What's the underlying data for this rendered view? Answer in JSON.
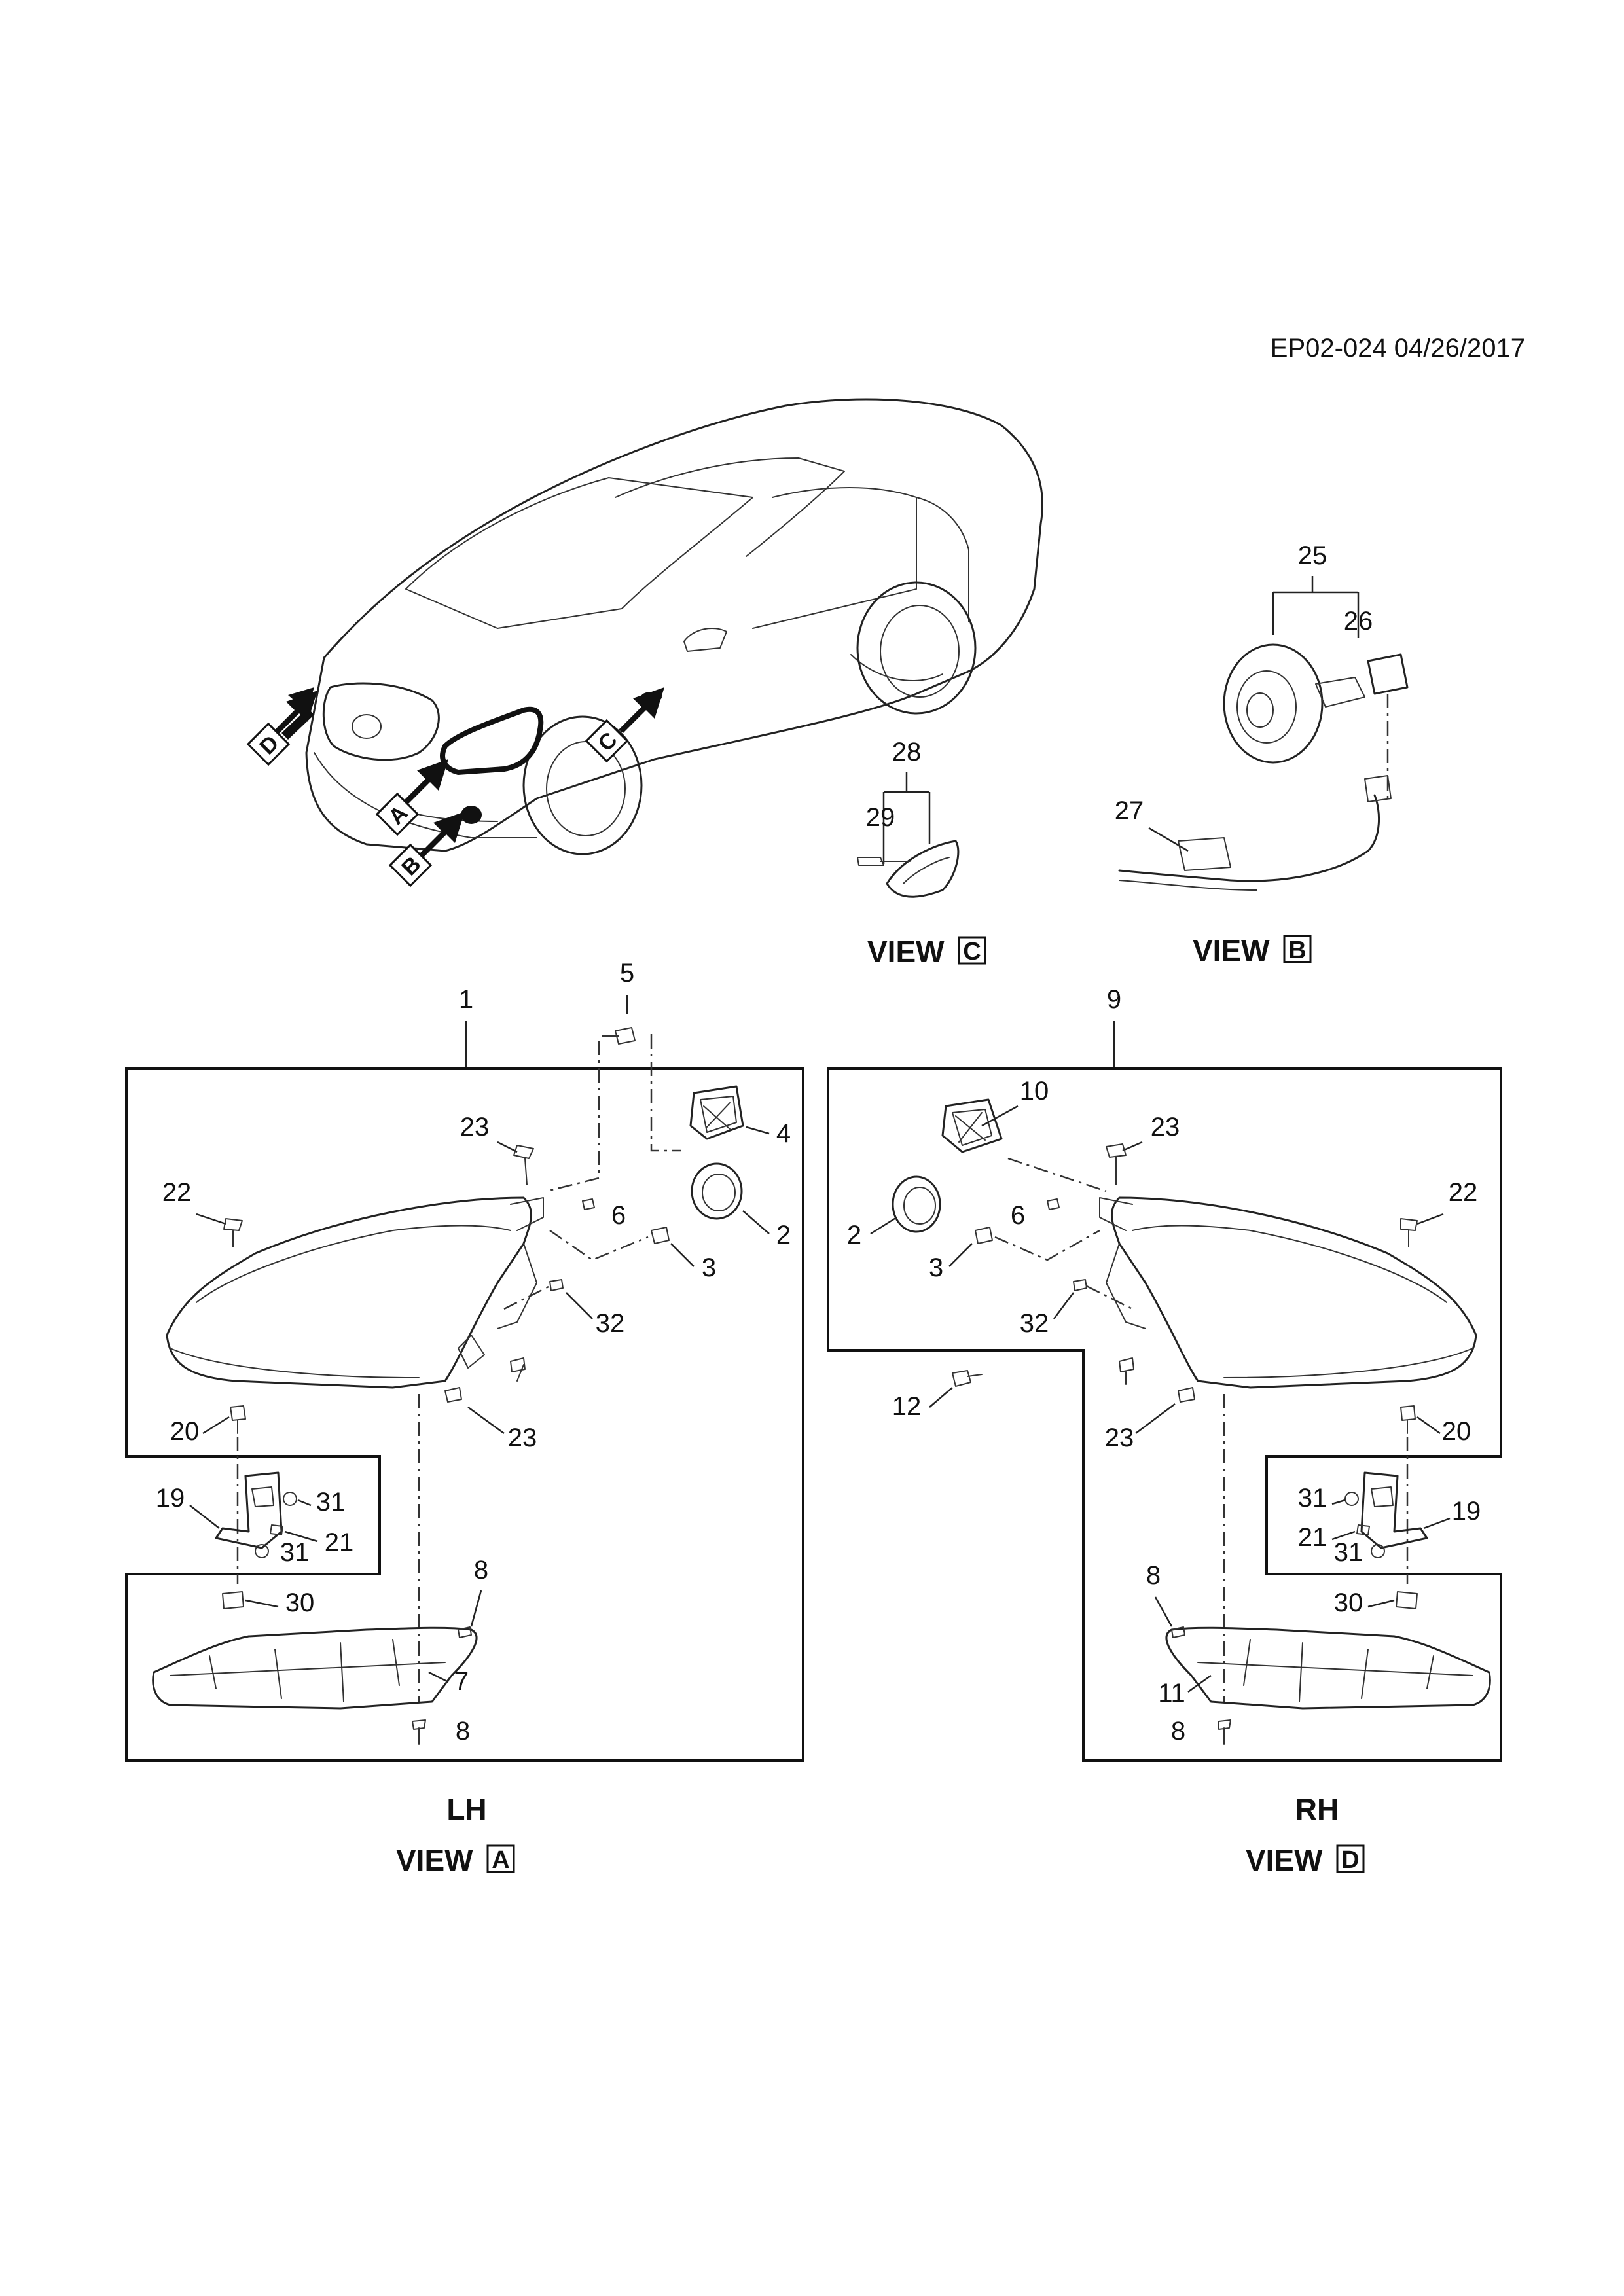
{
  "reference": "EP02-024 04/26/2017",
  "view_word": "VIEW",
  "overview_tags": [
    "D",
    "A",
    "B",
    "C"
  ],
  "views": {
    "A": {
      "letter": "A",
      "side": "LH"
    },
    "B": {
      "letter": "B"
    },
    "C": {
      "letter": "C"
    },
    "D": {
      "letter": "D",
      "side": "RH"
    }
  },
  "callouts": {
    "lh": {
      "assembly": "1",
      "bulb_top": "5",
      "cover": "4",
      "ring": "2",
      "socket": "3",
      "clip": "6",
      "bolt_top": "23",
      "bolt_left": "22",
      "pin": "32",
      "bolt_bottom": "23",
      "stud": "20",
      "bracket": "19",
      "nut_a": "31",
      "nut_b": "31",
      "screw": "21",
      "clip_lower": "30",
      "screw_right": "8",
      "trim": "7",
      "screw_bottom": "8"
    },
    "rh": {
      "assembly": "9",
      "cover": "10",
      "bolt_top": "23",
      "bolt_right": "22",
      "ring": "2",
      "clip": "6",
      "socket": "3",
      "pin": "32",
      "bulb_loose": "12",
      "bolt_bottom": "23",
      "stud": "20",
      "nut_a": "31",
      "bracket": "19",
      "screw": "21",
      "nut_b": "31",
      "clip_lower": "30",
      "screw_left": "8",
      "trim": "11",
      "screw_bottom": "8"
    },
    "fog": {
      "assembly": "25",
      "bulb": "26",
      "harness": "27"
    },
    "side_marker": {
      "assembly": "28",
      "bulb": "29"
    }
  },
  "icons": {
    "arrow": "thick-black-arrow-icon"
  }
}
